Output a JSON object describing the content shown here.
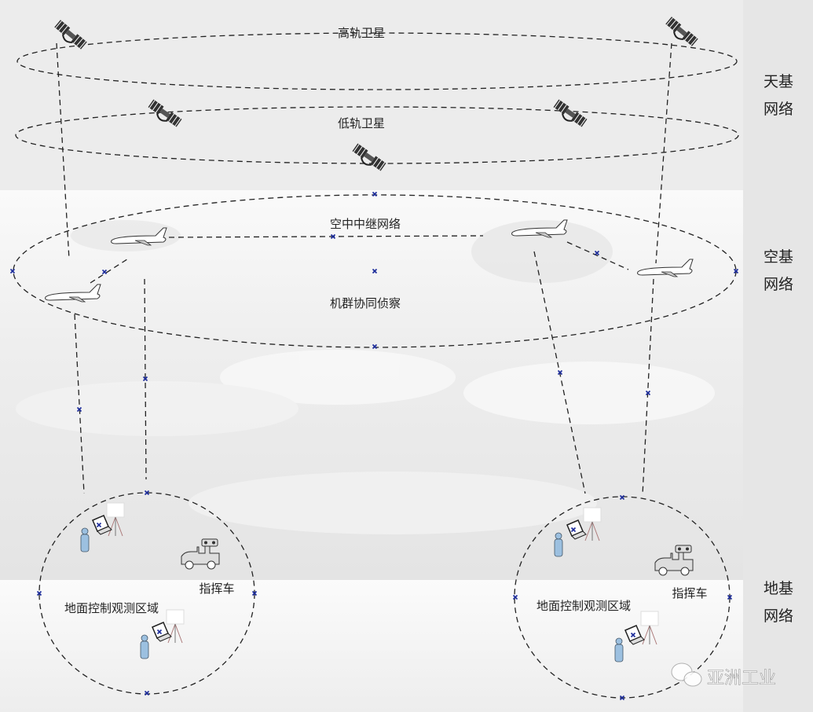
{
  "orbits": {
    "high_orbit_label": "高轨卫星",
    "low_orbit_label": "低轨卫星"
  },
  "air_network": {
    "relay_label": "空中中继网络",
    "swarm_label": "机群协同侦察"
  },
  "ground": {
    "left_zone_label": "地面控制观测区域",
    "left_vehicle_label": "指挥车",
    "right_zone_label": "地面控制观测区域",
    "right_vehicle_label": "指挥车"
  },
  "side_labels": {
    "space": [
      "天基",
      "网络"
    ],
    "air": [
      "空基",
      "网络"
    ],
    "ground": [
      "地基",
      "网络"
    ]
  },
  "watermark": "亚洲工业",
  "colors": {
    "marker": "#1a2a9a",
    "side_bg": "#e6e6e6",
    "space_bg": "#ececec"
  }
}
